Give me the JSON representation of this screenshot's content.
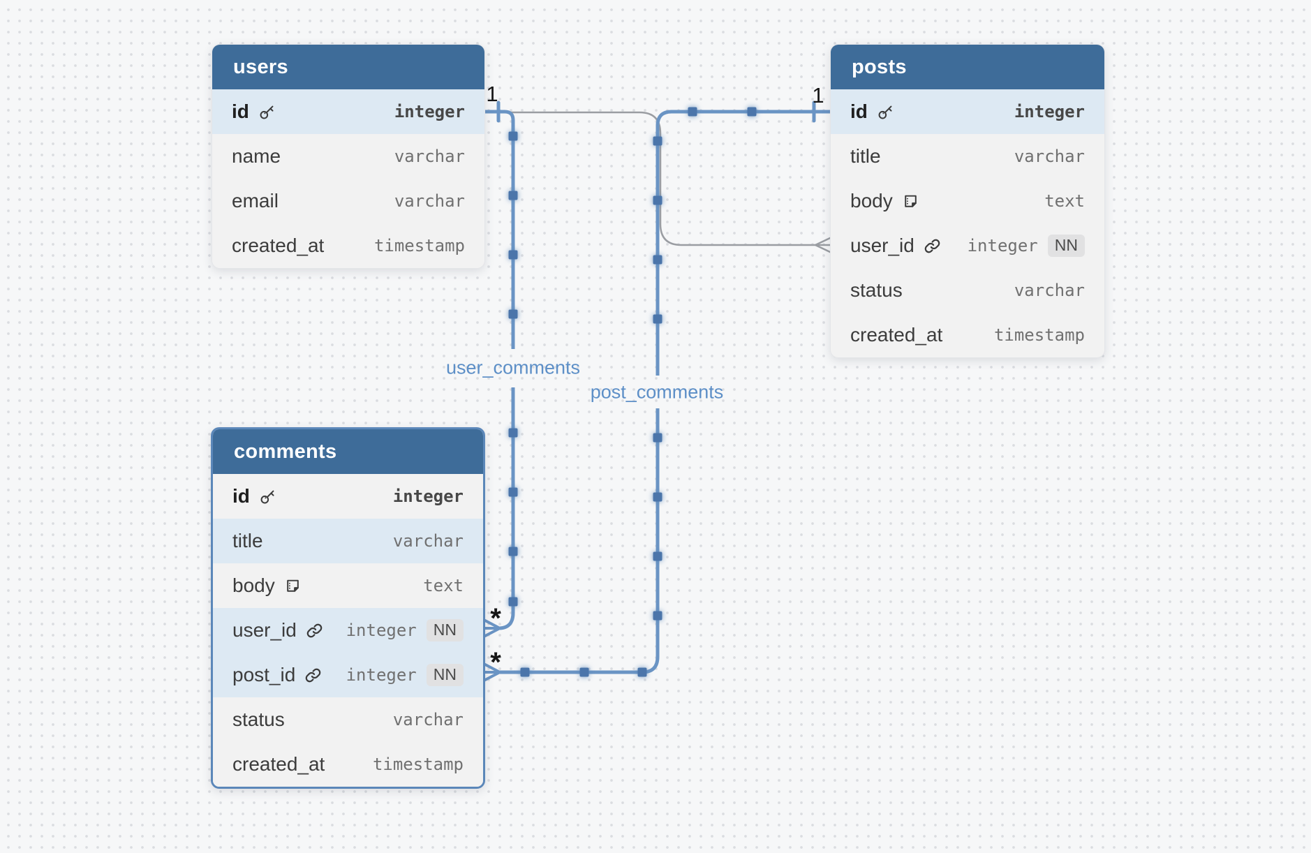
{
  "canvas": {
    "background": "#f6f7f8",
    "dot_color": "#dadce0"
  },
  "colors": {
    "header_bg": "#3e6c99",
    "row_bg": "#f2f2f2",
    "row_highlight": "#dde9f3",
    "line_blue": "#6a94c4",
    "handle_blue": "#4b75aa",
    "line_gray": "#9a9da2",
    "label_blue": "#5d8fc7",
    "selected_border": "#5b87b9"
  },
  "tables": [
    {
      "title": "users",
      "fields": [
        {
          "name": "id",
          "type": "integer",
          "icon": "key",
          "pk": true,
          "highlight": true
        },
        {
          "name": "name",
          "type": "varchar"
        },
        {
          "name": "email",
          "type": "varchar"
        },
        {
          "name": "created_at",
          "type": "timestamp"
        }
      ]
    },
    {
      "title": "posts",
      "fields": [
        {
          "name": "id",
          "type": "integer",
          "icon": "key",
          "pk": true,
          "highlight": true
        },
        {
          "name": "title",
          "type": "varchar"
        },
        {
          "name": "body",
          "type": "text",
          "icon": "note"
        },
        {
          "name": "user_id",
          "type": "integer",
          "icon": "link",
          "badge": "NN"
        },
        {
          "name": "status",
          "type": "varchar"
        },
        {
          "name": "created_at",
          "type": "timestamp"
        }
      ]
    },
    {
      "title": "comments",
      "selected": true,
      "fields": [
        {
          "name": "id",
          "type": "integer",
          "icon": "key",
          "pk": true
        },
        {
          "name": "title",
          "type": "varchar",
          "highlight": true
        },
        {
          "name": "body",
          "type": "text",
          "icon": "note"
        },
        {
          "name": "user_id",
          "type": "integer",
          "icon": "link",
          "badge": "NN",
          "highlight": true
        },
        {
          "name": "post_id",
          "type": "integer",
          "icon": "link",
          "badge": "NN",
          "highlight": true
        },
        {
          "name": "status",
          "type": "varchar"
        },
        {
          "name": "created_at",
          "type": "timestamp"
        }
      ]
    }
  ],
  "relationships": [
    {
      "label": "user_comments",
      "from": "users.id",
      "to": "comments.user_id",
      "from_cardinality": "1",
      "to_cardinality": "*"
    },
    {
      "label": "post_comments",
      "from": "posts.id",
      "to": "comments.post_id",
      "from_cardinality": "1",
      "to_cardinality": "*"
    },
    {
      "label": "",
      "from": "users.id",
      "to": "posts.user_id",
      "from_cardinality": "",
      "to_cardinality": ""
    }
  ]
}
